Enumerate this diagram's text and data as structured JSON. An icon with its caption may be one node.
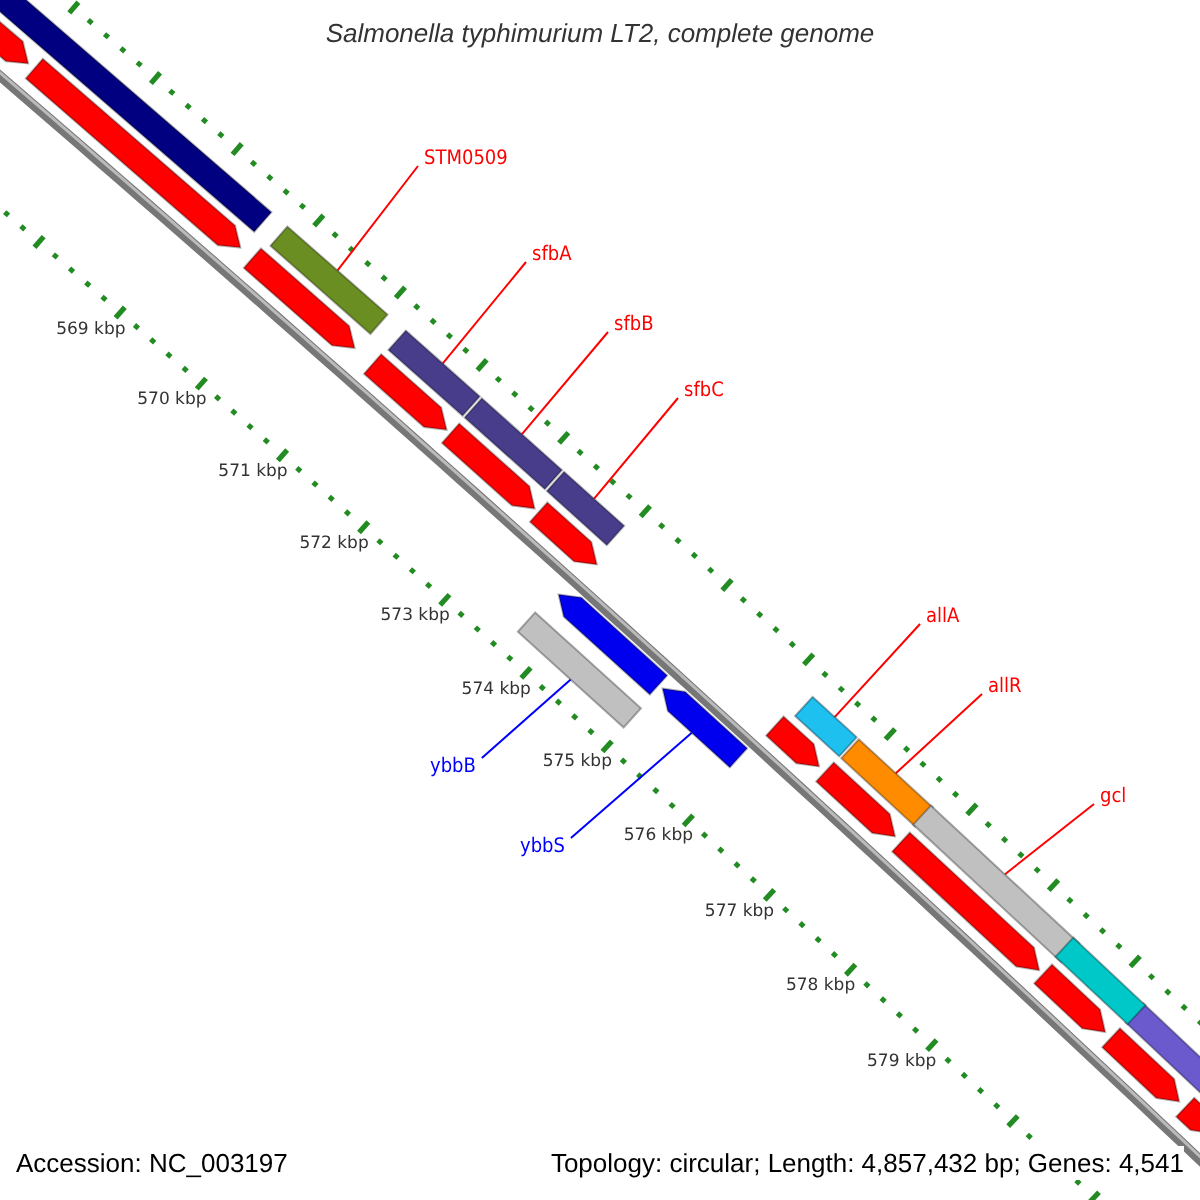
{
  "diagram": {
    "title": "Salmonella typhimurium LT2, complete genome",
    "nodes": [
      {
        "text": [
          "STM0509"
        ]
      },
      {
        "text": [],
        "shape": "bar"
      },
      {
        "text": [
          "sfbA"
        ]
      },
      {
        "text": [],
        "shape": "bar"
      },
      {
        "text": [
          "sfbB"
        ]
      },
      {
        "text": [],
        "shape": "bar"
      },
      {
        "text": [
          "sfbC"
        ]
      },
      {
        "text": [],
        "shape": "bar"
      },
      {
        "text": [
          "ybbB"
        ]
      },
      {
        "text": [],
        "shape": "bar"
      },
      {
        "text": [
          "ybbS"
        ]
      },
      {
        "text": [],
        "shape": "arrow"
      },
      {
        "text": [
          "allA"
        ]
      },
      {
        "text": [],
        "shape": "bar"
      },
      {
        "text": [
          "allR"
        ]
      },
      {
        "text": [],
        "shape": "bar"
      },
      {
        "text": [
          "gcl"
        ]
      },
      {
        "text": [],
        "shape": "bar"
      },
      {
        "text": [],
        "shape": "bar"
      },
      {
        "text": [],
        "shape": "bar"
      },
      {
        "text": [],
        "shape": "bar"
      },
      {
        "text": [],
        "shape": "arrow"
      },
      {
        "text": [],
        "shape": "arrow"
      },
      {
        "text": [],
        "shape": "arrow"
      },
      {
        "text": [],
        "shape": "arrow"
      },
      {
        "text": [],
        "shape": "arrow"
      },
      {
        "text": [],
        "shape": "arrow"
      },
      {
        "text": [],
        "shape": "arrow"
      },
      {
        "text": [],
        "shape": "arrow"
      },
      {
        "text": [],
        "shape": "arrow"
      },
      {
        "text": [],
        "shape": "arrow"
      },
      {
        "text": [],
        "shape": "arrow"
      },
      {
        "text": [],
        "shape": "arrow"
      },
      {
        "text": [],
        "shape": "arrow"
      }
    ],
    "edges": [
      {
        "from": 0,
        "to": 1,
        "arrow": "none"
      },
      {
        "from": 2,
        "to": 3,
        "arrow": "none"
      },
      {
        "from": 4,
        "to": 5,
        "arrow": "none"
      },
      {
        "from": 6,
        "to": 7,
        "arrow": "none"
      },
      {
        "from": 8,
        "to": 9,
        "arrow": "none",
        "color": "#0000ff"
      },
      {
        "from": 10,
        "to": 11,
        "arrow": "none",
        "color": "#0000ff"
      },
      {
        "from": 12,
        "to": 13,
        "arrow": "none"
      },
      {
        "from": 14,
        "to": 15,
        "arrow": "none"
      },
      {
        "from": 16,
        "to": 17,
        "arrow": "none"
      }
    ],
    "labels": [
      "569 kbp",
      "570 kbp",
      "571 kbp",
      "572 kbp",
      "573 kbp",
      "574 kbp",
      "575 kbp",
      "576 kbp",
      "577 kbp",
      "578 kbp",
      "579 kbp",
      "Accession: NC_003197",
      "Topology: circular; Length: 4,857,432 bp; Genes: 4,541"
    ]
  }
}
